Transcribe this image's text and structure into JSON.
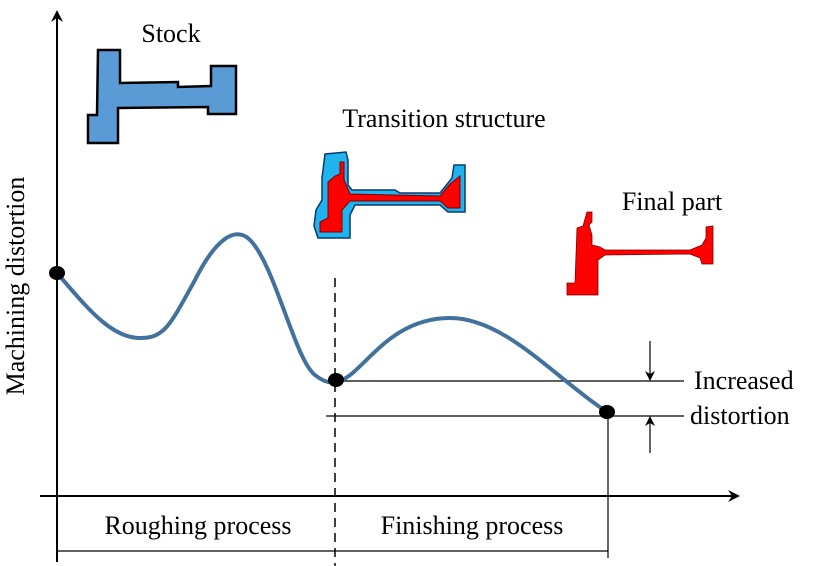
{
  "axes": {
    "y_label": "Machining distortion",
    "x_arrow": "time/process axis",
    "y_arrow": "distortion axis"
  },
  "parts": {
    "stock": {
      "label": "Stock",
      "color": "#5B9BD5"
    },
    "transition": {
      "label": "Transition structure",
      "outer_color": "#1FB4EE",
      "inner_color": "#FF0000"
    },
    "final": {
      "label": "Final part",
      "color": "#FF0000"
    }
  },
  "curve": {
    "color": "#41719C",
    "key_points": [
      "start",
      "end-of-roughing",
      "end-of-finishing"
    ]
  },
  "annotation": {
    "line1": "Increased",
    "line2": "distortion"
  },
  "phases": [
    {
      "label": "Roughing process"
    },
    {
      "label": "Finishing process"
    }
  ]
}
